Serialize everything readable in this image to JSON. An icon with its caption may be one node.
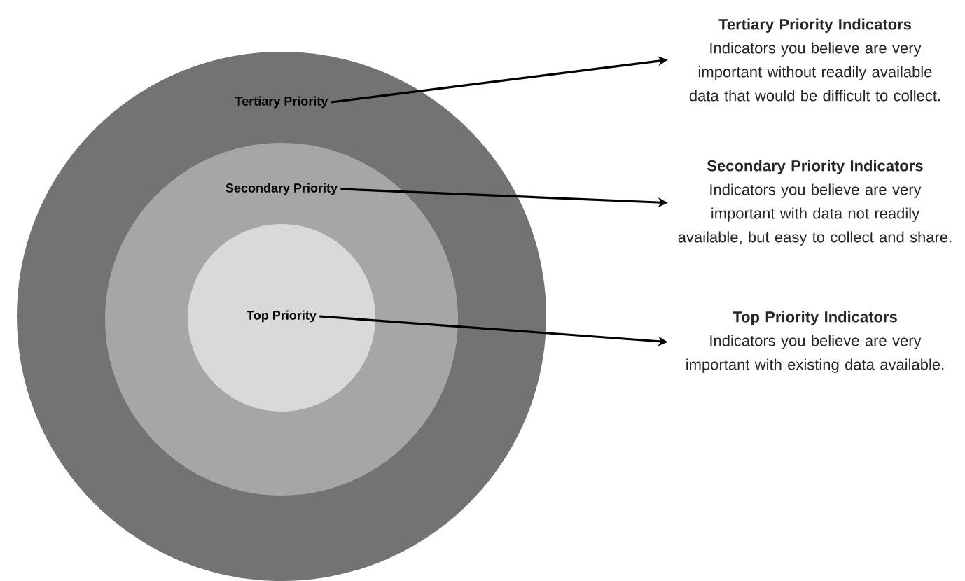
{
  "diagram": {
    "nodes": [
      {
        "text": [
          "Tertiary Priority"
        ]
      },
      {
        "text": [
          "Secondary Priority"
        ],
        "in": 0
      },
      {
        "text": [
          "Top Priority"
        ],
        "in": 1
      },
      {
        "text": [
          "Tertiary Priority Indicators",
          "Indicators you believe are very important without readily available data that would be difficult to collect."
        ]
      },
      {
        "text": [
          "Secondary Priority Indicators",
          "Indicators you believe are very important with data not readily available, but easy to collect and share."
        ]
      },
      {
        "text": [
          "Top Priority Indicators",
          "Indicators you believe are very important with existing data available."
        ]
      }
    ],
    "edges": [
      {
        "from": 0,
        "to": 3,
        "arrow": "to"
      },
      {
        "from": 1,
        "to": 4,
        "arrow": "to"
      },
      {
        "from": 2,
        "to": 5,
        "arrow": "to"
      }
    ]
  }
}
